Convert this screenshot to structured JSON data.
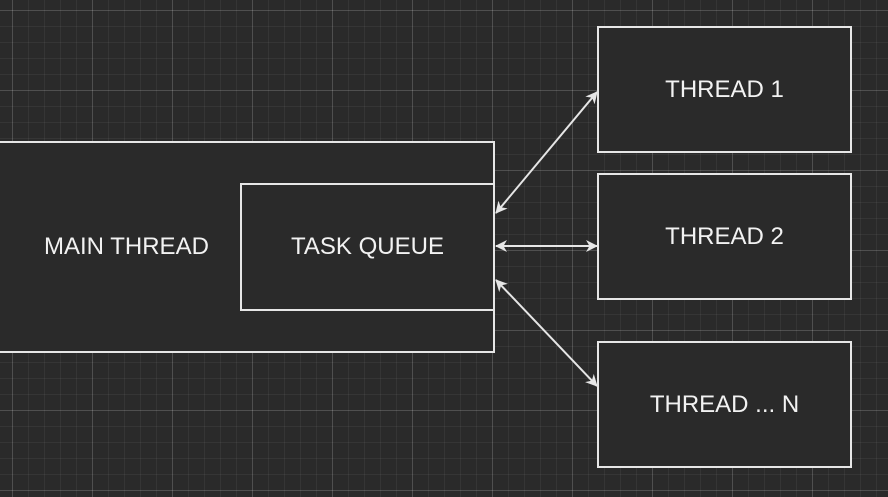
{
  "nodes": {
    "main_thread": "MAIN THREAD",
    "task_queue": "TASK QUEUE",
    "thread_1": "THREAD 1",
    "thread_2": "THREAD 2",
    "thread_n": "THREAD ... N"
  },
  "colors": {
    "background": "#2a2a2a",
    "stroke": "#e6e6e6",
    "text": "#f2f2f2"
  }
}
